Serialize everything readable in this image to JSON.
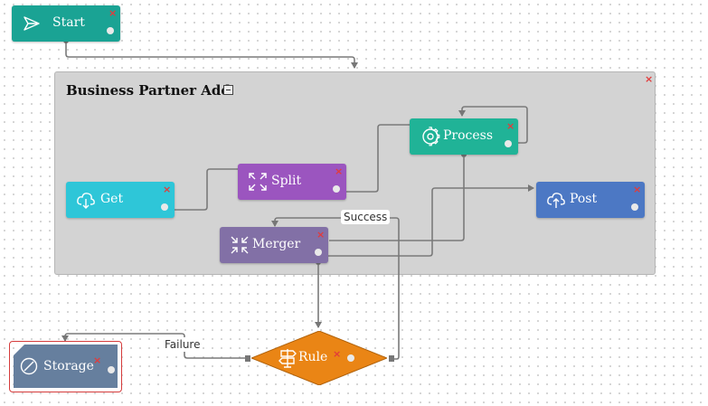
{
  "group": {
    "title": "Business Partner Add"
  },
  "nodes": {
    "start": {
      "label": "Start",
      "color": "#1aa394"
    },
    "get": {
      "label": "Get",
      "color": "#2ec6d8"
    },
    "split": {
      "label": "Split",
      "color": "#9b55bf"
    },
    "process": {
      "label": "Process",
      "color": "#20b397"
    },
    "post": {
      "label": "Post",
      "color": "#4c78c4"
    },
    "merger": {
      "label": "Merger",
      "color": "#8270a6"
    },
    "rule": {
      "label": "Rule",
      "color": "#ea8515"
    },
    "storage": {
      "label": "Storage",
      "color": "#667f9e"
    }
  },
  "edges": {
    "success": "Success",
    "failure": "Failure"
  },
  "icons": {
    "start": "paper-plane-icon",
    "get": "cloud-download-icon",
    "split": "expand-arrows-icon",
    "process": "gear-icon",
    "post": "cloud-upload-icon",
    "merger": "compress-arrows-icon",
    "rule": "signpost-icon",
    "storage": "storage-disc-icon"
  },
  "close_glyph": "×"
}
